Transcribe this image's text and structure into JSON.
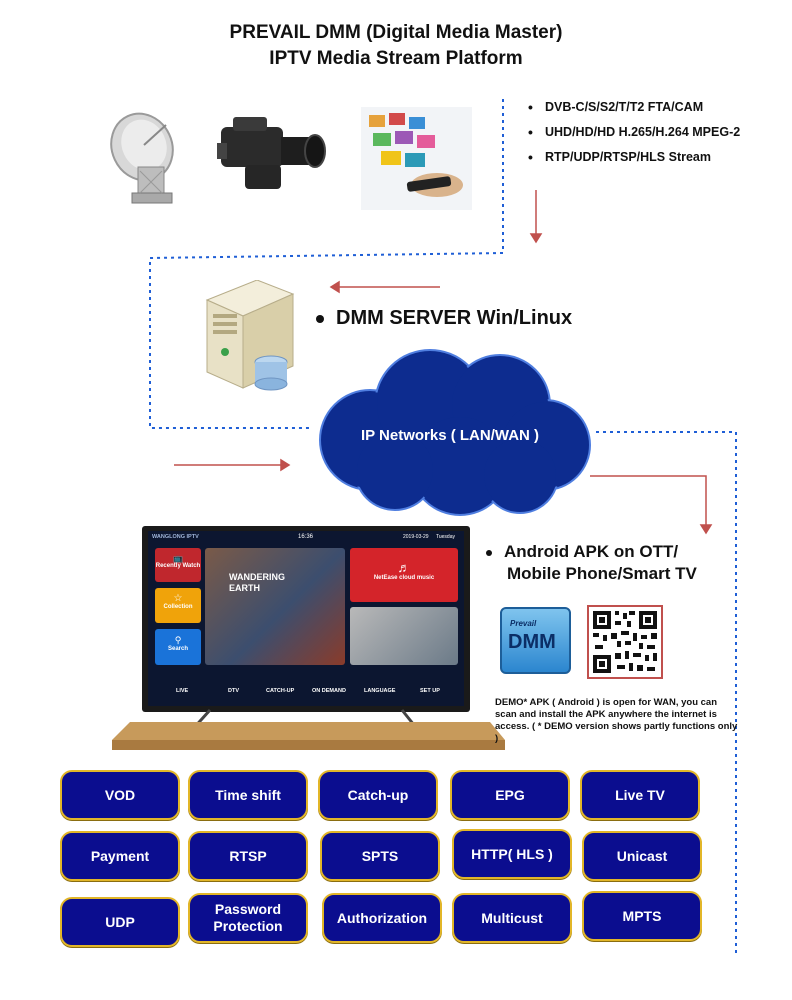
{
  "title": {
    "line1": "PREVAIL DMM (Digital Media Master)",
    "line2": "IPTV Media Stream Platform"
  },
  "inputs": {
    "bullets": [
      "DVB-C/S/S2/T/T2 FTA/CAM",
      "UHD/HD/HD H.265/H.264 MPEG-2",
      "RTP/UDP/RTSP/HLS Stream"
    ],
    "icons": [
      "satellite-dish-icon",
      "video-camera-icon",
      "digital-media-icon"
    ]
  },
  "server": {
    "label": "DMM SERVER Win/Linux",
    "icon": "server-icon"
  },
  "network": {
    "label": "IP Networks ( LAN/WAN )"
  },
  "android": {
    "line1": "Android APK on OTT/",
    "line2": "Mobile Phone/Smart TV",
    "app_logo_top": "Prevail",
    "app_logo_main": "DMM",
    "demo_note": "DEMO* APK ( Android ) is open for WAN, you can scan and install the APK anywhere the internet is access. ( * DEMO version shows partly functions only )"
  },
  "tv": {
    "brand": "WANGLONG IPTV",
    "time": "16:36",
    "date": "2019-03-29",
    "day": "Tuesday",
    "tiles": {
      "tv": "Recently Watch",
      "collection": "Collection",
      "search": "Search",
      "movie_title_1": "WANDERING",
      "movie_title_2": "EARTH",
      "music": "NetEase cloud music"
    },
    "nav": [
      "LIVE",
      "DTV",
      "CATCH-UP",
      "ON DEMAND",
      "LANGUAGE",
      "SET UP"
    ]
  },
  "features": [
    "VOD",
    "Time shift",
    "Catch-up",
    "EPG",
    "Live TV",
    "Payment",
    "RTSP",
    "SPTS",
    "HTTP( HLS )",
    "Unicast",
    "UDP",
    "Password Protection",
    "Authorization",
    "Multicust",
    "MPTS"
  ],
  "colors": {
    "feature_fill": "#0b0d8f",
    "feature_border": "#e2b628",
    "cloud": "#0d2c8f",
    "dashed_line": "#1f5fd6",
    "arrow": "#c0504d"
  }
}
